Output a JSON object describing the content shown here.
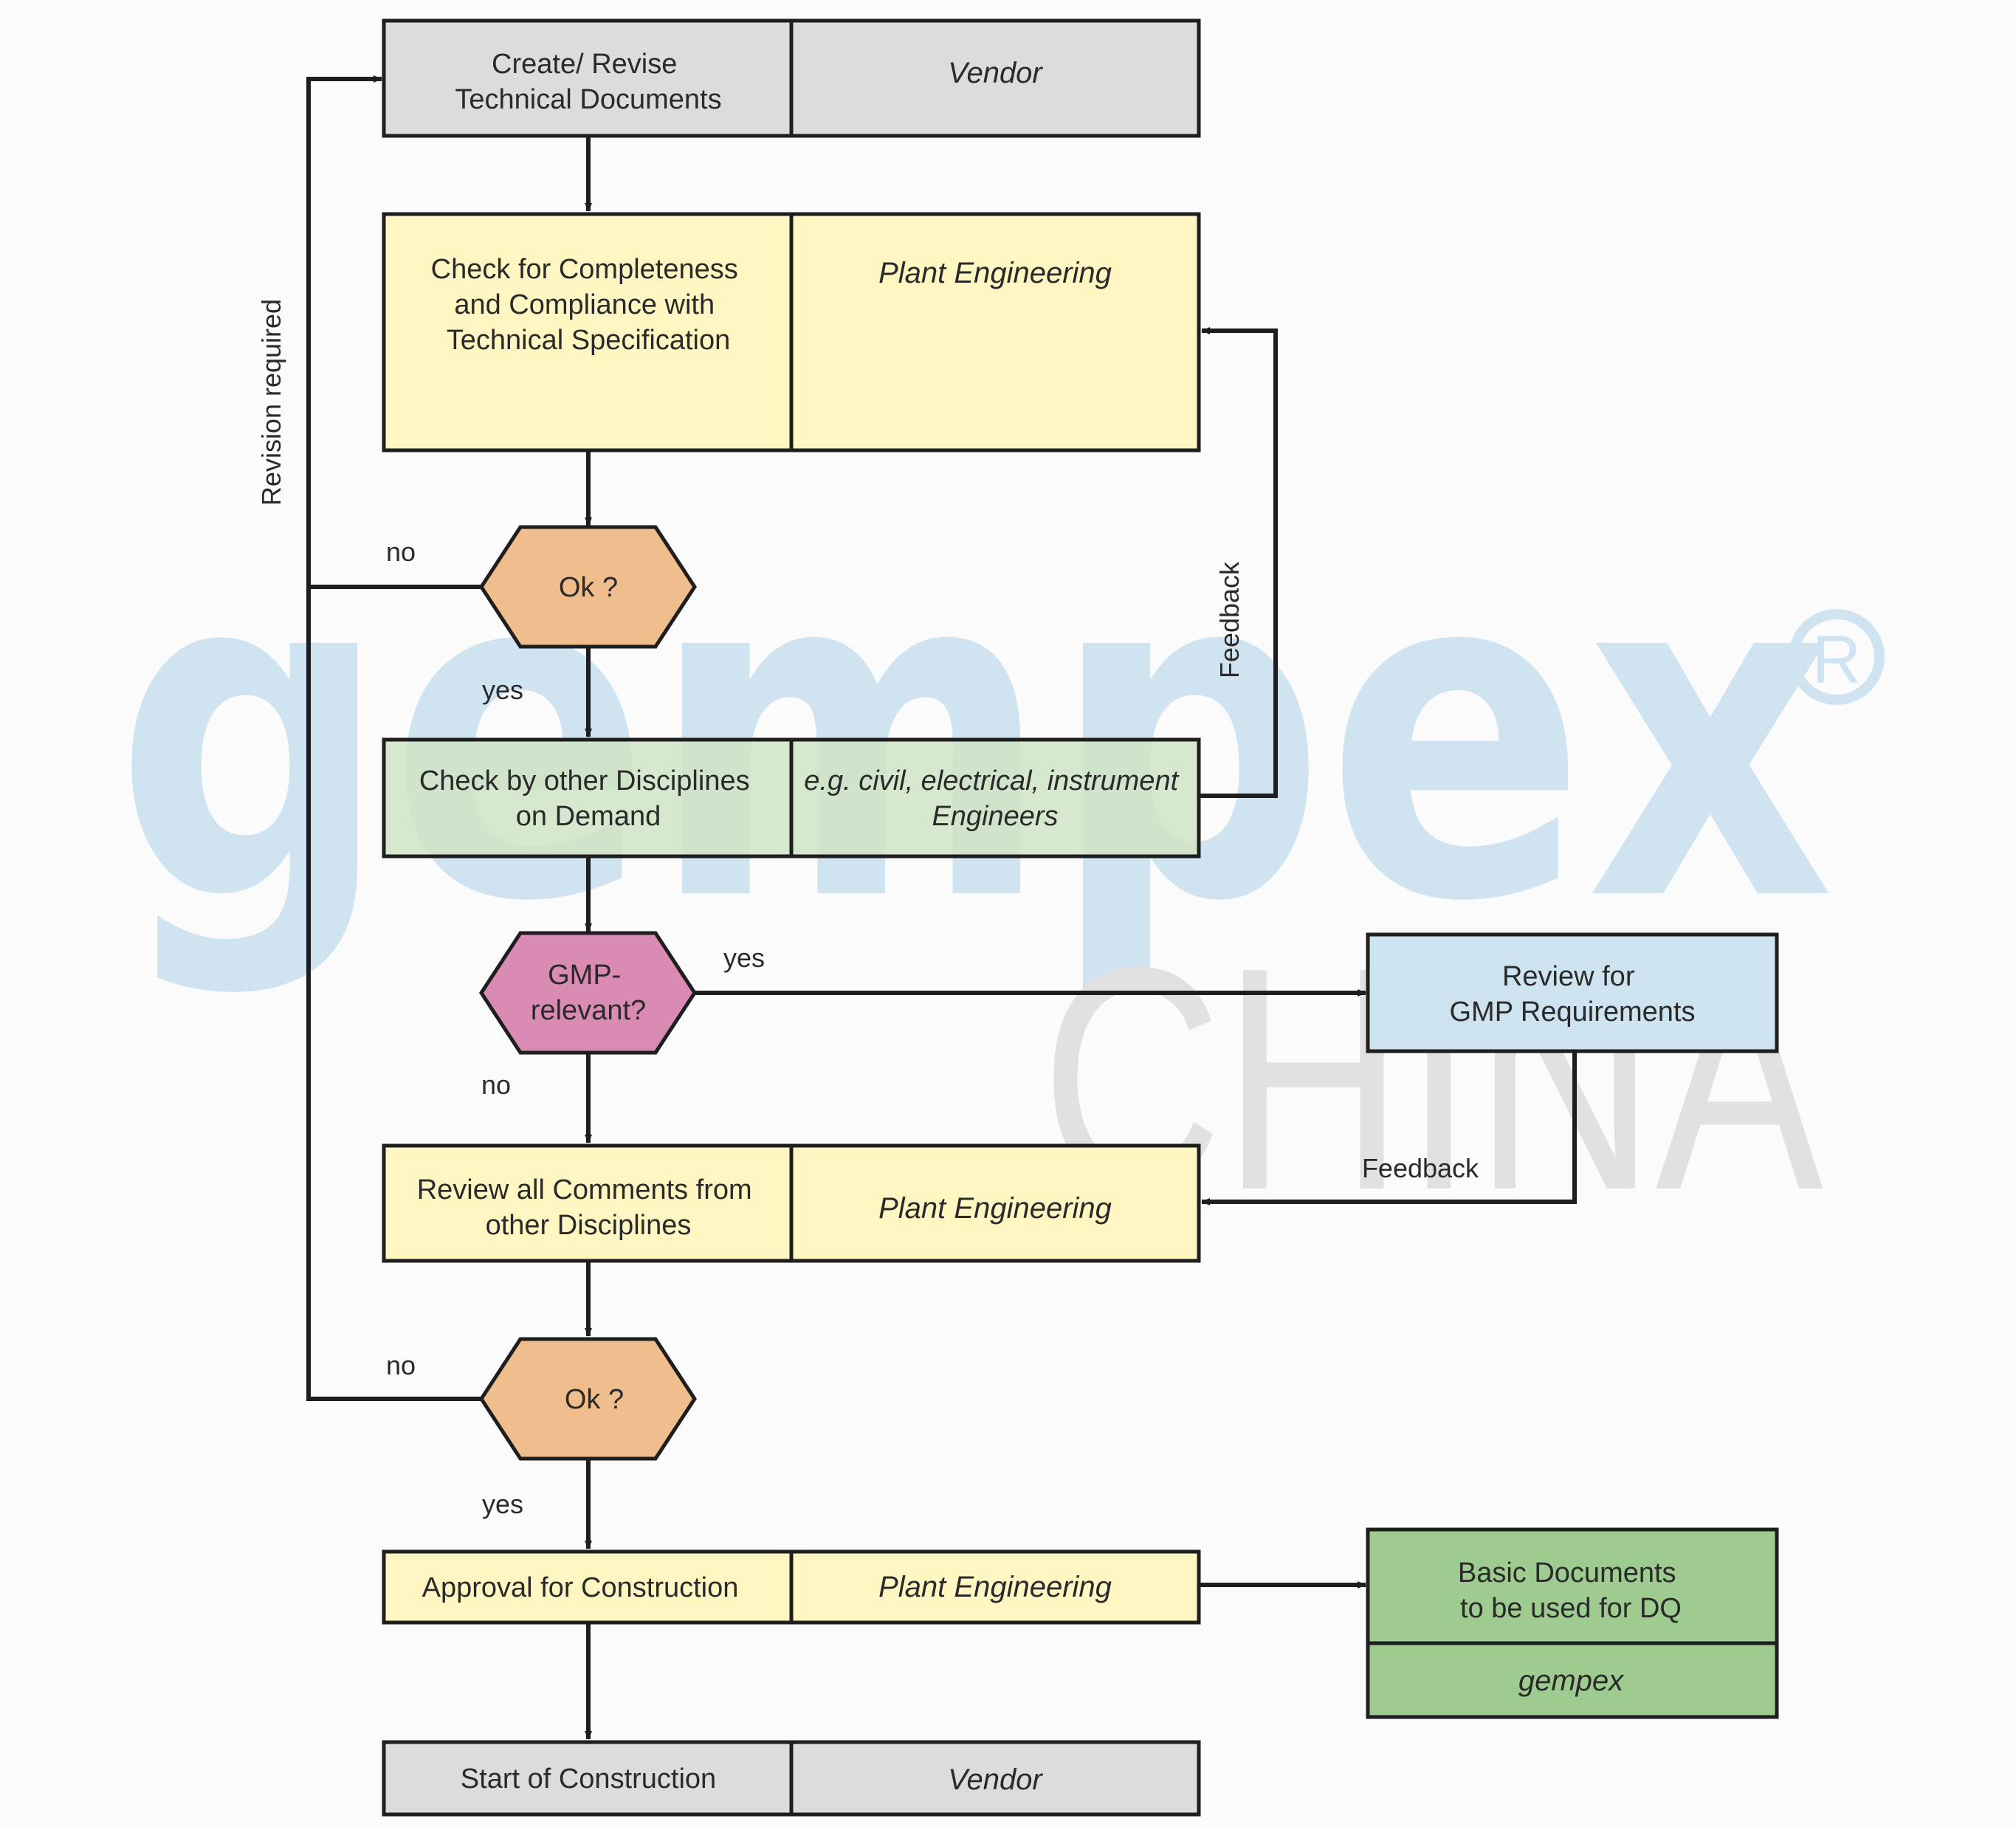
{
  "watermark": {
    "brand": "gempex",
    "registered": "®",
    "country": "CHINA"
  },
  "colors": {
    "gray": "#dcdcdc",
    "yellow": "#fff6c2",
    "green_light": "#cfe4c4",
    "orange": "#f0be8d",
    "pink": "#d98bb4",
    "blue": "#cde3ef",
    "green": "#9ecb8f",
    "stroke": "#1e1e1e",
    "watermark_blue": "#cfe3f1",
    "watermark_gray": "#e1e1e1"
  },
  "steps": {
    "create": {
      "lines": [
        "Create/ Revise",
        "Technical Documents"
      ],
      "role": "Vendor"
    },
    "check": {
      "lines": [
        "Check for Completeness",
        "and Compliance with",
        "Technical Specification"
      ],
      "role": "Plant Engineering"
    },
    "ok1": {
      "label": "Ok ?"
    },
    "other": {
      "lines": [
        "Check by other Disciplines",
        "on Demand"
      ],
      "role_lines": [
        "e.g. civil, electrical, instrument",
        "Engineers"
      ]
    },
    "gmp": {
      "lines": [
        "GMP-",
        "relevant?"
      ]
    },
    "gmp_review": {
      "lines": [
        "Review for",
        "GMP Requirements"
      ]
    },
    "review": {
      "lines": [
        "Review all Comments from",
        "other Disciplines"
      ],
      "role": "Plant Engineering"
    },
    "ok2": {
      "label": "Ok ?"
    },
    "approval": {
      "label": "Approval for Construction",
      "role": "Plant Engineering"
    },
    "basic": {
      "lines": [
        "Basic Documents",
        "to be used for DQ"
      ],
      "role": "gempex"
    },
    "start": {
      "label": "Start of Construction",
      "role": "Vendor"
    }
  },
  "labels": {
    "revision_required": "Revision required",
    "no1": "no",
    "yes1": "yes",
    "feedback1": "Feedback",
    "yes_gmp": "yes",
    "no_gmp": "no",
    "feedback2": "Feedback",
    "no2": "no",
    "yes2": "yes"
  }
}
